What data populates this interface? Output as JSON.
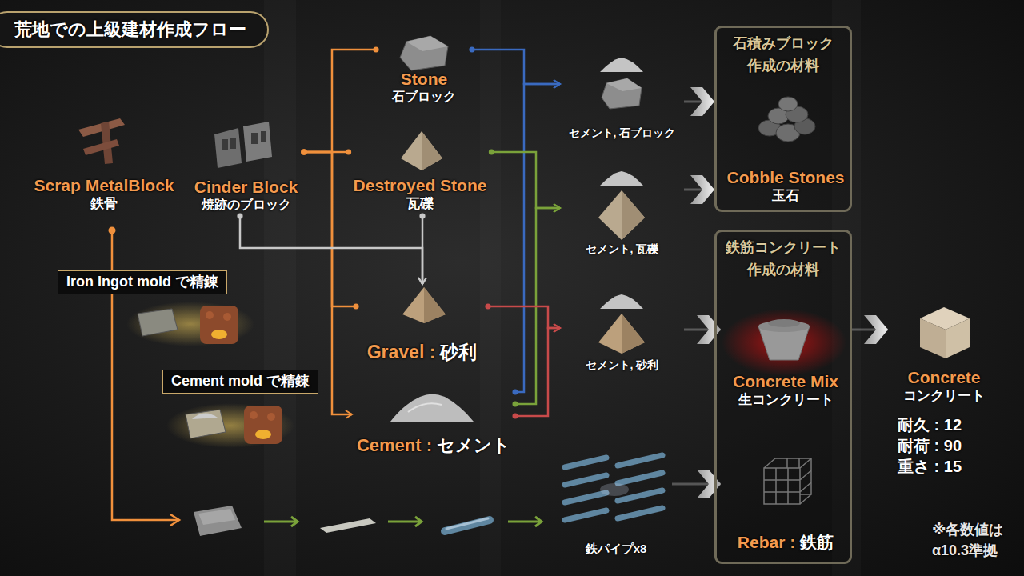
{
  "diagram": {
    "title": "荒地での上級建材作成フロー",
    "nodes": [
      {
        "text": [
          "Stone",
          "石ブロック"
        ]
      },
      {
        "text": [
          "Scrap MetalBlock",
          "鉄骨"
        ]
      },
      {
        "text": [
          "Cinder Block",
          "焼跡のブロック"
        ]
      },
      {
        "text": [
          "Destroyed Stone",
          "瓦礫"
        ]
      },
      {
        "text": [
          "Iron Ingot mold で精錬"
        ]
      },
      {
        "text": [
          "Gravel :",
          "砂利"
        ]
      },
      {
        "text": [
          "Cement mold で精錬"
        ]
      },
      {
        "text": [
          "Cement :",
          "セメント"
        ]
      },
      {
        "text": [
          "セメント, 石ブロック"
        ]
      },
      {
        "text": [
          "セメント, 瓦礫"
        ]
      },
      {
        "text": [
          "セメント, 砂利"
        ]
      },
      {
        "text": [
          "石積みブロック 作成の材料"
        ]
      },
      {
        "text": [
          "Cobble Stones",
          "玉石"
        ],
        "in": 11
      },
      {
        "text": [
          "鉄筋コンクリート 作成の材料"
        ]
      },
      {
        "text": [
          "Concrete Mix",
          "生コンクリート"
        ],
        "in": 13
      },
      {
        "text": [
          "Rebar :",
          "鉄筋"
        ],
        "in": 13
      },
      {
        "text": [
          "Concrete",
          "コンクリート"
        ]
      },
      {
        "text": [
          "鉄パイプx8"
        ]
      }
    ],
    "edges": [
      {
        "from": 2,
        "to": 0,
        "arrow": "none"
      },
      {
        "from": 2,
        "to": 3,
        "arrow": "none"
      },
      {
        "from": 2,
        "to": 5,
        "arrow": "none"
      },
      {
        "from": 2,
        "to": 7,
        "arrow": "to"
      },
      {
        "from": 2,
        "to": 5,
        "arrow": "to"
      },
      {
        "from": 3,
        "to": 5,
        "arrow": "to"
      },
      {
        "from": 0,
        "to": 8,
        "arrow": "to"
      },
      {
        "from": 7,
        "to": 8,
        "arrow": "to"
      },
      {
        "from": 3,
        "to": 9,
        "arrow": "to"
      },
      {
        "from": 7,
        "to": 9,
        "arrow": "to"
      },
      {
        "from": 5,
        "to": 10,
        "arrow": "to"
      },
      {
        "from": 7,
        "to": 10,
        "arrow": "to"
      },
      {
        "from": 8,
        "to": 11,
        "arrow": "to"
      },
      {
        "from": 9,
        "to": 11,
        "arrow": "to"
      },
      {
        "from": 10,
        "to": 14,
        "arrow": "to"
      },
      {
        "from": 17,
        "to": 15,
        "arrow": "to"
      },
      {
        "from": 13,
        "to": 16,
        "arrow": "to"
      }
    ],
    "labels": [
      "耐久 : 12",
      "耐荷 : 90",
      "重さ : 15",
      "※各数値は",
      "α10.3準拠"
    ]
  }
}
